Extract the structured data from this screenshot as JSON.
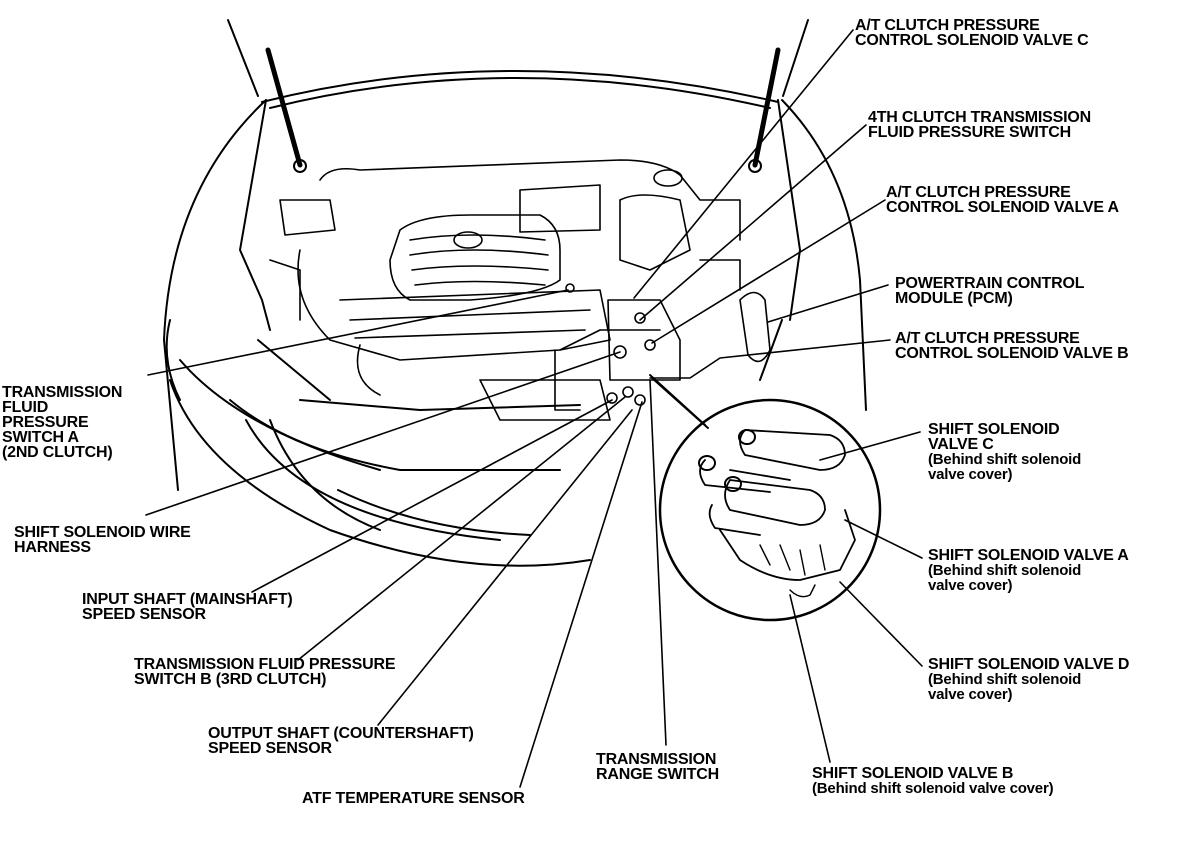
{
  "diagram": {
    "labels": {
      "at_c": [
        "A/T CLUTCH PRESSURE",
        "CONTROL SOLENOID VALVE C"
      ],
      "fourth_switch": [
        "4TH CLUTCH TRANSMISSION",
        "FLUID PRESSURE SWITCH"
      ],
      "at_a": [
        "A/T CLUTCH PRESSURE",
        "CONTROL SOLENOID VALVE A"
      ],
      "pcm": [
        "POWERTRAIN CONTROL",
        "MODULE (PCM)"
      ],
      "at_b": [
        "A/T CLUTCH PRESSURE",
        "CONTROL SOLENOID VALVE B"
      ],
      "tfps_a": [
        "TRANSMISSION",
        "FLUID",
        "PRESSURE",
        "SWITCH A",
        "(2ND CLUTCH)"
      ],
      "harness": [
        "SHIFT SOLENOID WIRE",
        "HARNESS"
      ],
      "input_shaft": [
        "INPUT SHAFT (MAINSHAFT)",
        "SPEED SENSOR"
      ],
      "tfps_b": [
        "TRANSMISSION FLUID PRESSURE",
        "SWITCH B (3RD CLUTCH)"
      ],
      "output_shaft": [
        "OUTPUT SHAFT (COUNTERSHAFT)",
        "SPEED SENSOR"
      ],
      "atf_temp": [
        "ATF TEMPERATURE SENSOR"
      ],
      "range_switch": [
        "TRANSMISSION",
        "RANGE SWITCH"
      ],
      "ssv_c": [
        "SHIFT SOLENOID",
        "VALVE C",
        "(Behind shift solenoid",
        " valve cover)"
      ],
      "ssv_a": [
        "SHIFT SOLENOID VALVE A",
        "(Behind shift solenoid",
        " valve cover)"
      ],
      "ssv_d": [
        "SHIFT SOLENOID VALVE D",
        "(Behind shift solenoid",
        " valve cover)"
      ],
      "ssv_b": [
        "SHIFT SOLENOID VALVE B",
        "(Behind shift solenoid valve cover)"
      ]
    }
  }
}
